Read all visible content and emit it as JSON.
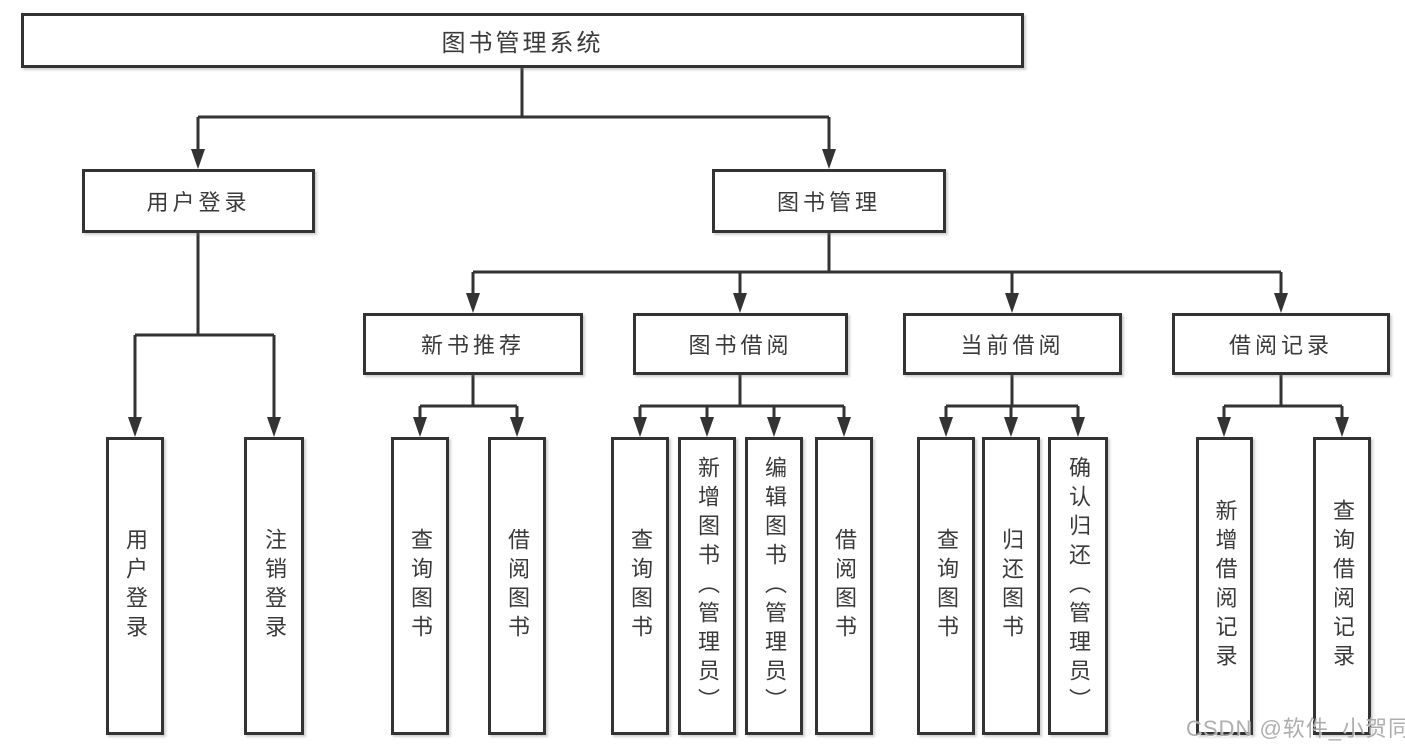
{
  "tree": {
    "root": {
      "label": "图书管理系统",
      "children": [
        {
          "label": "用户登录",
          "children": [
            {
              "label": "用户登录"
            },
            {
              "label": "注销登录"
            }
          ]
        },
        {
          "label": "图书管理",
          "children": [
            {
              "label": "新书推荐",
              "children": [
                {
                  "label": "查询图书"
                },
                {
                  "label": "借阅图书"
                }
              ]
            },
            {
              "label": "图书借阅",
              "children": [
                {
                  "label": "查询图书"
                },
                {
                  "label": "新增图书（管理员）"
                },
                {
                  "label": "编辑图书（管理员）"
                },
                {
                  "label": "借阅图书"
                }
              ]
            },
            {
              "label": "当前借阅",
              "children": [
                {
                  "label": "查询图书"
                },
                {
                  "label": "归还图书"
                },
                {
                  "label": "确认归还（管理员）"
                }
              ]
            },
            {
              "label": "借阅记录",
              "children": [
                {
                  "label": "新增借阅记录"
                },
                {
                  "label": "查询借阅记录"
                }
              ]
            }
          ]
        }
      ]
    }
  },
  "watermark": {
    "text": "CSDN @软件_小贺同学"
  },
  "colors": {
    "line": "#333333",
    "box_border": "#333333",
    "text": "#3a3a3a",
    "watermark": "#a5a5a5",
    "background": "#ffffff"
  }
}
